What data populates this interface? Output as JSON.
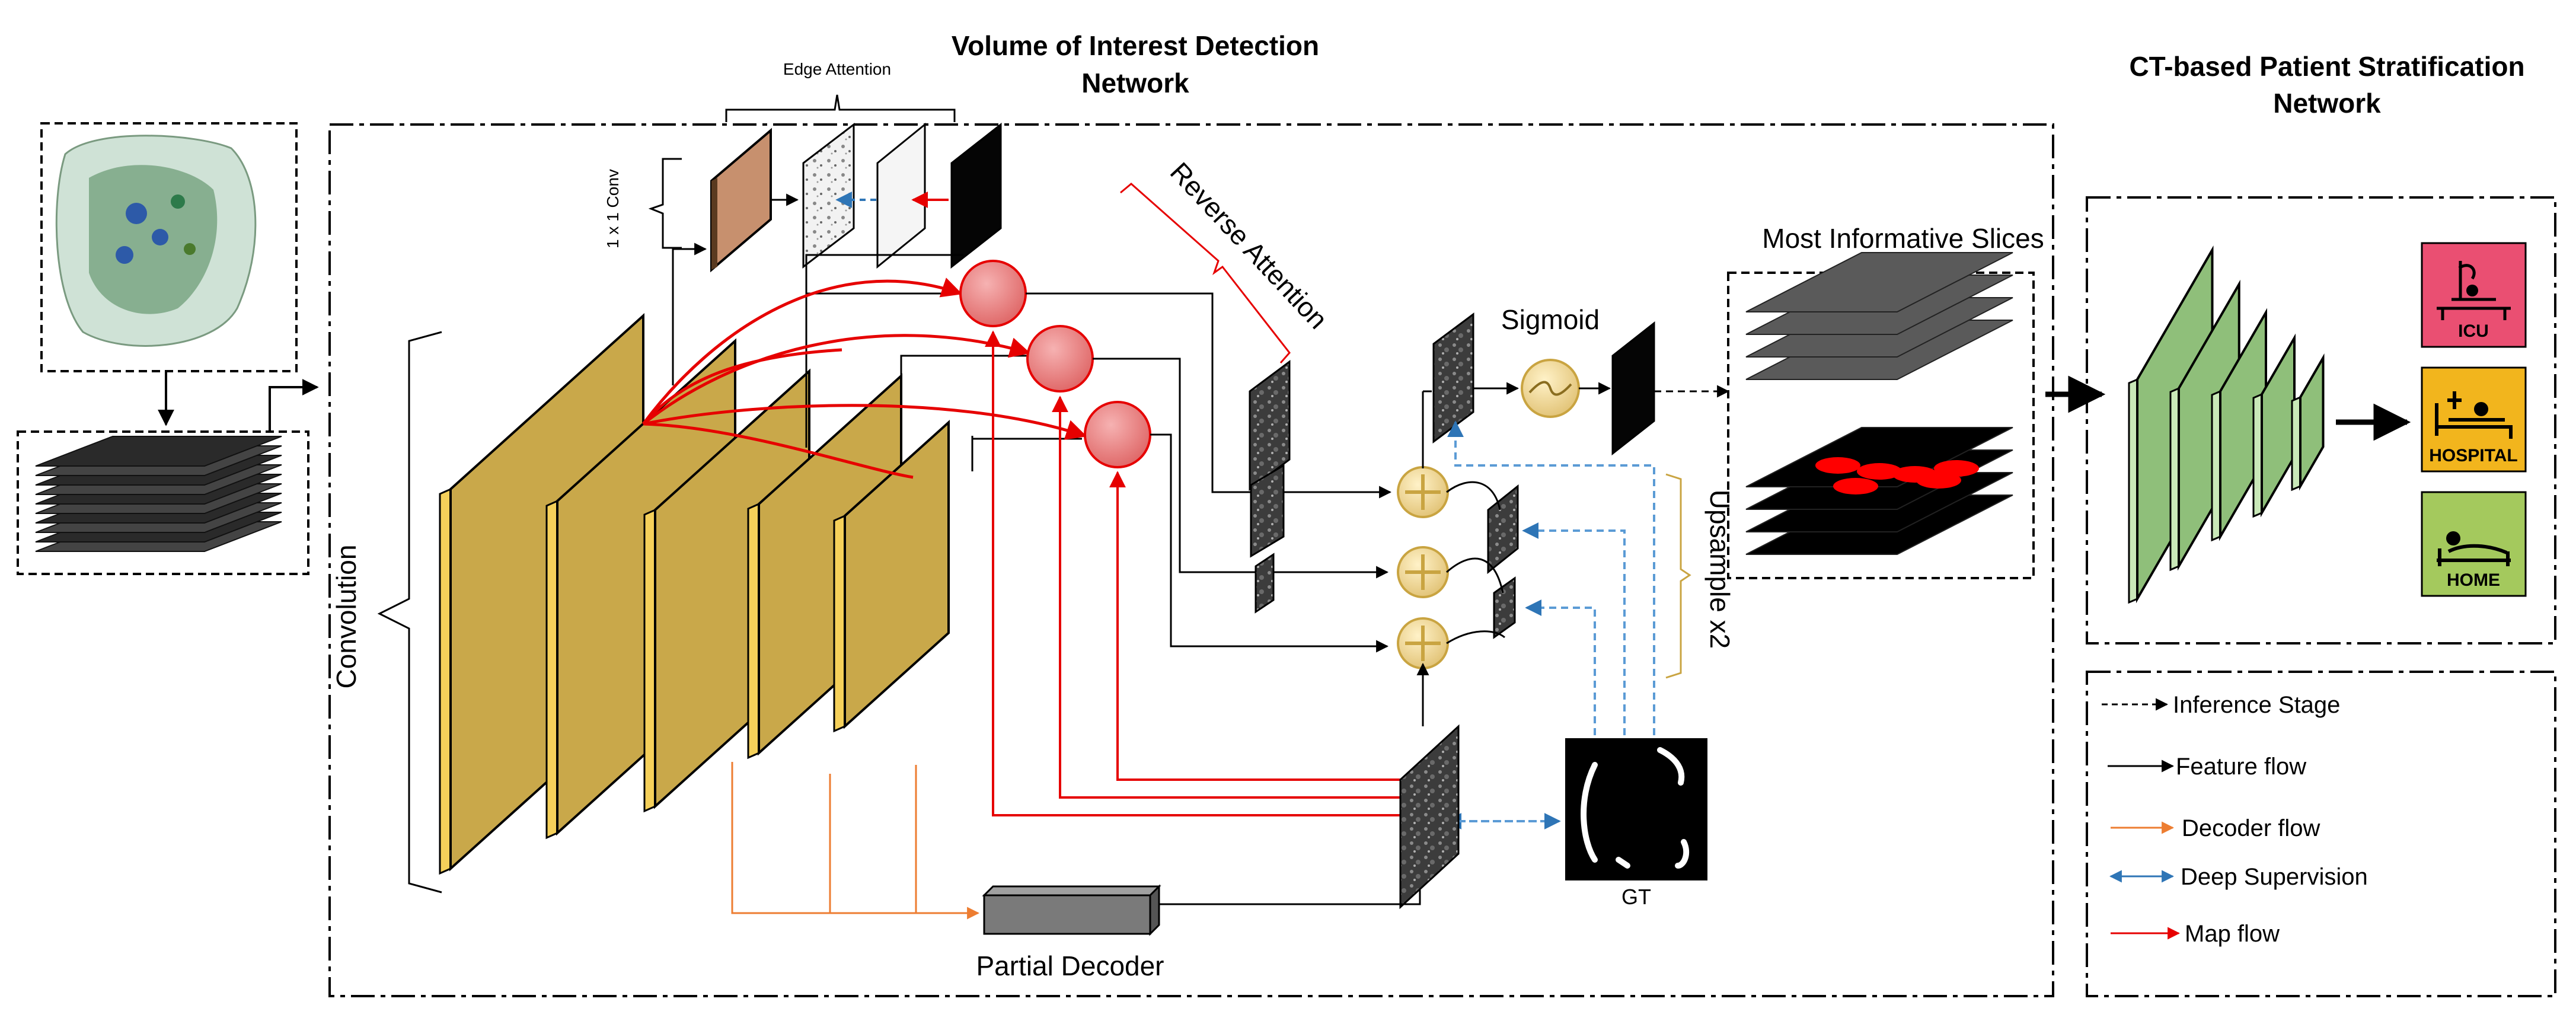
{
  "titles": {
    "voi_line1": "Volume of Interest Detection",
    "voi_line2": "Network",
    "strat_line1": "CT-based Patient Stratification",
    "strat_line2": "Network"
  },
  "labels": {
    "edge_attention": "Edge Attention",
    "conv_1x1": "1 x 1 Conv",
    "reverse_attention": "Reverse Attention",
    "sigmoid": "Sigmoid",
    "most_informative": "Most Informative Slices",
    "convolution": "Convolution",
    "upsample": "Upsample x2",
    "gt": "GT",
    "partial_decoder": "Partial Decoder"
  },
  "outcomes": [
    {
      "label": "ICU",
      "color": "#ea4f72"
    },
    {
      "label": "HOSPITAL",
      "color": "#f2b51d"
    },
    {
      "label": "HOME",
      "color": "#a4c95d"
    }
  ],
  "legend": [
    {
      "label": "Inference Stage",
      "style": "dashed",
      "color": "#000000"
    },
    {
      "label": "Feature flow",
      "style": "solid",
      "color": "#000000"
    },
    {
      "label": "Decoder flow",
      "style": "solid",
      "color": "#ed7d31"
    },
    {
      "label": "Deep Supervision",
      "style": "dashed-double",
      "color": "#2e75b6"
    },
    {
      "label": "Map flow",
      "style": "solid",
      "color": "#ff0000"
    }
  ],
  "colors": {
    "feature_block": "#c9a84a",
    "strat_block": "#8fbf7a",
    "map_flow": "#e60000",
    "deep_supervision": "#5b9bd5",
    "decoder_flow": "#ed7d31"
  }
}
